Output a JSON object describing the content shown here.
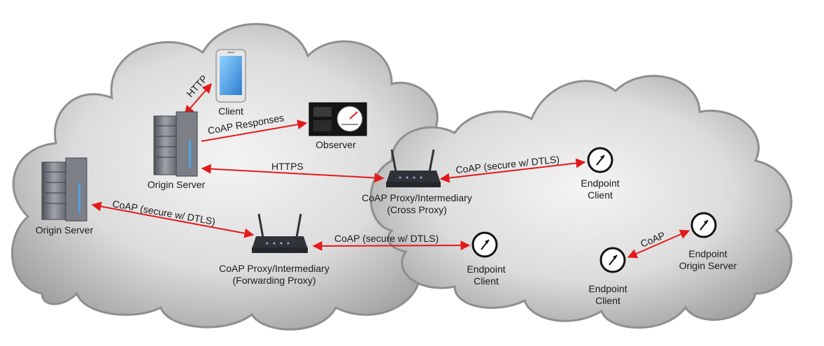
{
  "nodes": {
    "client": {
      "label": "Client"
    },
    "origin_server_top": {
      "label": "Origin Server"
    },
    "origin_server_left": {
      "label": "Origin Server"
    },
    "observer": {
      "label": "Observer"
    },
    "cross_proxy": {
      "line1": "CoAP Proxy/Intermediary",
      "line2": "(Cross Proxy)"
    },
    "forwarding_proxy": {
      "line1": "CoAP Proxy/Intermediary",
      "line2": "(Forwarding Proxy)"
    },
    "endpoint_client_1": {
      "line1": "Endpoint",
      "line2": "Client"
    },
    "endpoint_client_2": {
      "line1": "Endpoint",
      "line2": "Client"
    },
    "endpoint_client_3": {
      "line1": "Endpoint",
      "line2": "Client"
    },
    "endpoint_origin_server": {
      "line1": "Endpoint",
      "line2": "Origin Server"
    }
  },
  "edges": {
    "http": "HTTP",
    "coap_responses": "CoAP Responses",
    "https": "HTTPS",
    "coap_secure_top": "CoAP (secure w/ DTLS)",
    "coap_secure_left": "CoAP (secure w/ DTLS)",
    "coap_secure_bottom": "CoAP (secure w/ DTLS)",
    "coap": "CoAP"
  },
  "colors": {
    "cloud_fill": "#c9c9c9",
    "cloud_edge": "#8e8e8e",
    "arrow": "#e41a1a",
    "server": "#6e7278",
    "router": "#2f3237",
    "phone_screen": "#4aa3e8"
  }
}
